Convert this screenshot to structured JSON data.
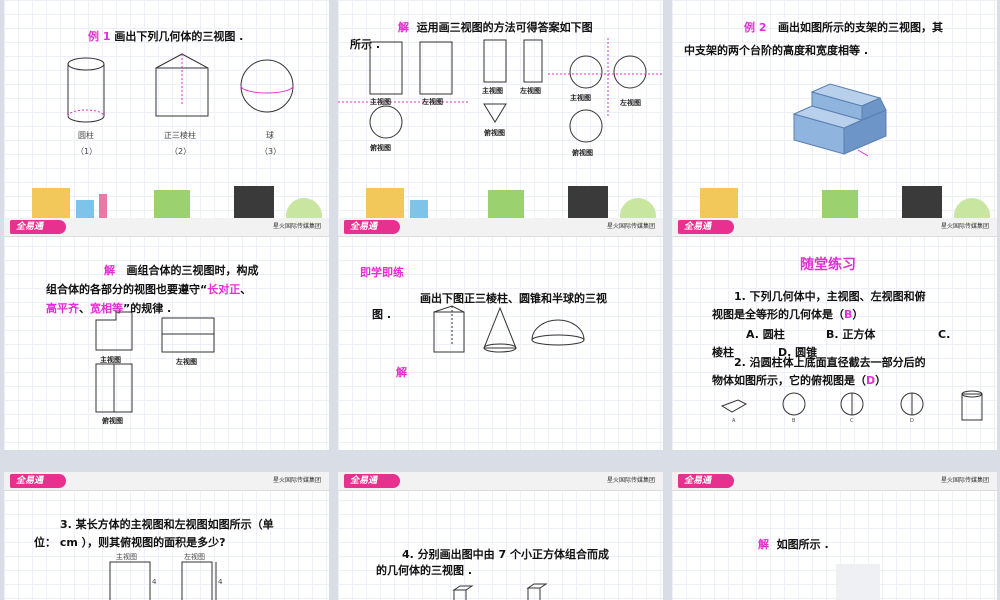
{
  "brand_text": "星火国际传媒集团",
  "logo_text": "全易通",
  "s1": {
    "ex_label": "例 1",
    "ex_text": "画出下列几何体的三视图 .",
    "shapes": [
      {
        "name": "圆柱",
        "num": "（1）"
      },
      {
        "name": "正三棱柱",
        "num": "（2）"
      },
      {
        "name": "球",
        "num": "（3）"
      }
    ]
  },
  "s2": {
    "jie": "解",
    "text1": "运用画三视图的方法可得答案如下图",
    "text2": "所示 .",
    "zhu": "主视图",
    "zuo": "左视图",
    "fu": "俯视图"
  },
  "s3": {
    "ex_label": "例 2",
    "text1": "画出如图所示的支架的三视图，其",
    "text2": "中支架的两个台阶的高度和宽度相等 ."
  },
  "s4": {
    "jie": "解",
    "line1": "画组合体的三视图时，构成",
    "line2a": "组合体的各部分的视图也要遵守“",
    "hl1": "长对正",
    "line2b": "、",
    "hl2": "高平齐",
    "mid": "、",
    "hl3": "宽相等",
    "line3b": "”的规律 .",
    "zhu": "主视图",
    "zuo": "左视图",
    "fu": "俯视图"
  },
  "s5": {
    "title": "即学即练",
    "text1": "画出下图正三棱柱、圆锥和半球的三视",
    "text2": "图 .",
    "jie": "解"
  },
  "s6": {
    "title": "随堂练习",
    "q1a": "1. 下列几何体中，主视图、左视图和俯",
    "q1b": "视图是全等形的几何体是（",
    "q1ans": "B",
    "q1c": "）",
    "optA": "A. 圆柱",
    "optB": "B. 正方体",
    "optC": "C.",
    "optC2": "棱柱",
    "optD": "D. 圆锥",
    "q2a": "2. 沿圆柱体上底面直径截去一部分后的",
    "q2b": "物体如图所示，它的俯视图是（",
    "q2ans": "D",
    "q2c": "）",
    "letters": [
      "A",
      "B",
      "C",
      "D"
    ]
  },
  "s7": {
    "q3a": "3. 某长方体的主视图和左视图如图所示（单",
    "q3b": "位： cm ），则其俯视图的面积是多少?",
    "zhu": "主视图",
    "zuo": "左视图",
    "n1": "4",
    "n2": "4"
  },
  "s8": {
    "q4a": "4. 分别画出图中由 7 个小正方体组合而成",
    "q4b": "的几何体的三视图 ."
  },
  "s9": {
    "jie": "解",
    "text": "如图所示 ."
  }
}
